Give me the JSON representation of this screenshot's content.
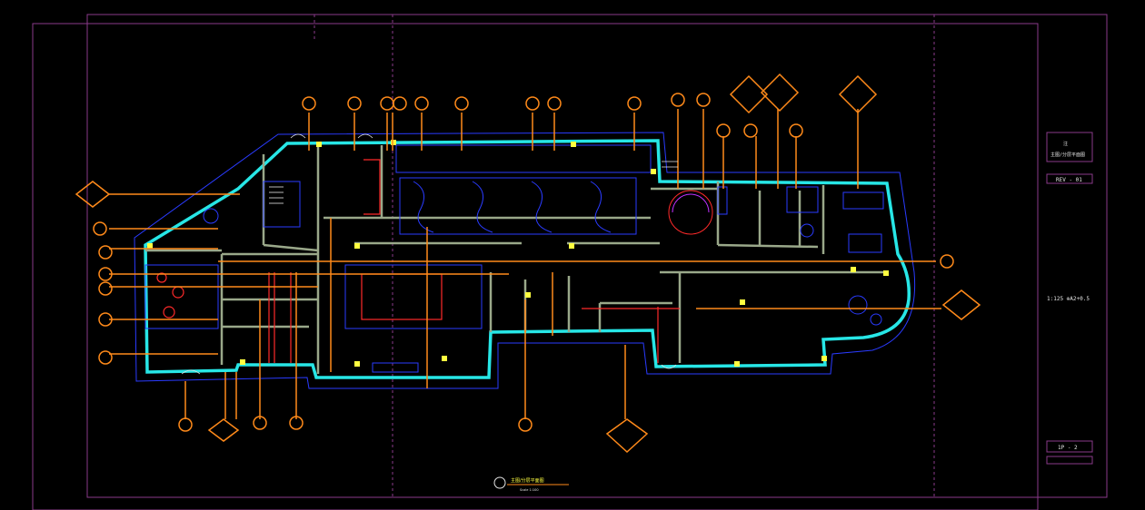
{
  "colors": {
    "background": "#000000",
    "frame": "#8a3a8a",
    "outer_wall": "#27e6e6",
    "wall": "#9aa88a",
    "grid_line": "#ff8a1a",
    "bubble": "#ff8a1a",
    "furniture": "#2a3bff",
    "red": "#ff2a2a",
    "yellow": "#ffff40",
    "white": "#e6e6e6"
  },
  "title_block": {
    "sheet_code": "REV - 01",
    "scale_note": "1:125 ⊕A2+0.5",
    "sheet_number": "1P - 2",
    "header_small": "注",
    "header_line": "主图/分层平面图"
  },
  "drawing_title": {
    "main": "主图/分层平面图",
    "sub": "Scale 1:100"
  }
}
